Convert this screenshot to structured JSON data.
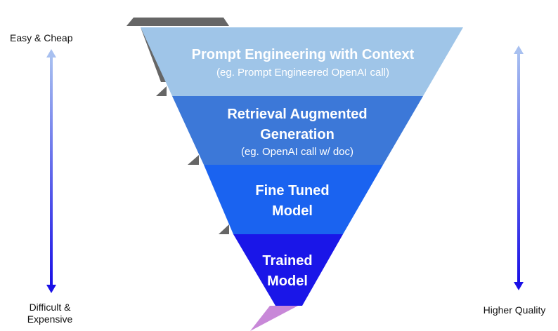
{
  "tiers": [
    {
      "id": "prompt-engineering",
      "title_lines": [
        "Prompt Engineering with Context"
      ],
      "subtitle": "(eg. Prompt Engineered OpenAI call)",
      "color": "#9fc5e8"
    },
    {
      "id": "rag",
      "title_lines": [
        "Retrieval Augmented",
        "Generation"
      ],
      "subtitle": "(eg. OpenAI call w/ doc)",
      "color": "#3c78d8"
    },
    {
      "id": "fine-tuned",
      "title_lines": [
        "Fine Tuned",
        "Model"
      ],
      "subtitle": "",
      "color": "#1a63f0"
    },
    {
      "id": "trained",
      "title_lines": [
        "Trained",
        "Model"
      ],
      "subtitle": "",
      "color": "#1a16e8"
    }
  ],
  "left_axis": {
    "top_label": "Easy & Cheap",
    "bottom_label": "Difficult & Expensive",
    "gradient_start": "#a8c0f0",
    "gradient_end": "#1a10e6"
  },
  "right_axis": {
    "label": "Higher Quality",
    "gradient_start": "#a8c0f0",
    "gradient_end": "#1a10e6"
  },
  "accents": {
    "shadow": "#666666",
    "tip": "#c888d8"
  }
}
